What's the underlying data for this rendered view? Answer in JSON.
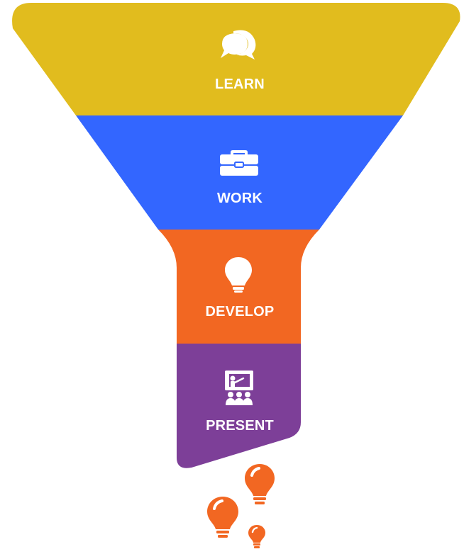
{
  "stages": [
    {
      "label": "LEARN",
      "icon": "speech-bubbles-icon",
      "color": "#E1BC1E"
    },
    {
      "label": "WORK",
      "icon": "briefcase-icon",
      "color": "#3366FF"
    },
    {
      "label": "DEVELOP",
      "icon": "lightbulb-icon",
      "color": "#F26722"
    },
    {
      "label": "PRESENT",
      "icon": "presenter-icon",
      "color": "#7D3F98"
    }
  ],
  "output_icon": "lightbulb-icon",
  "output_color": "#F26722",
  "icon_color": "#ffffff"
}
